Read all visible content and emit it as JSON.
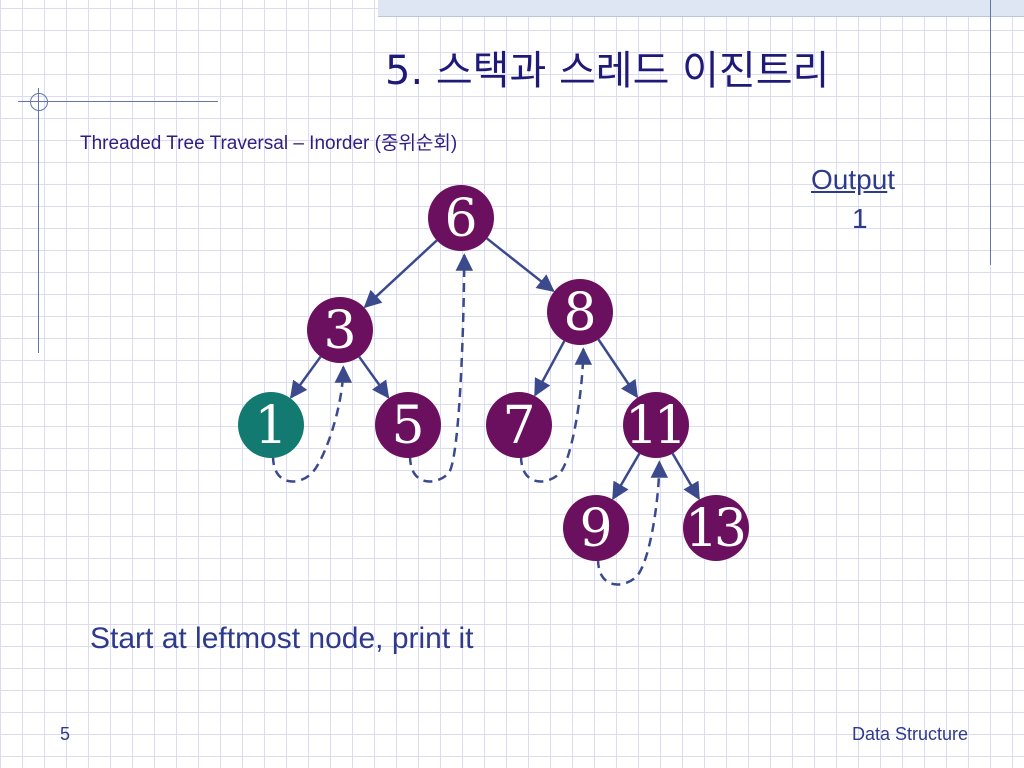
{
  "slide": {
    "title": "5. 스택과 스레드 이진트리",
    "subtitle": "Threaded Tree Traversal – Inorder (중위순회)",
    "output_label_underlined": "Outpu",
    "output_label_rest": "t",
    "output_value": "1",
    "caption": "Start at leftmost node, print it",
    "slide_number": "5",
    "footer": "Data Structure"
  },
  "colors": {
    "node_fill": "#6b0f5f",
    "node_highlight": "#127a70",
    "edge": "#3a4a8c",
    "text": "#2e3a8c"
  },
  "tree": {
    "nodes": [
      {
        "id": "n6",
        "label": "6",
        "highlight": false
      },
      {
        "id": "n3",
        "label": "3",
        "highlight": false
      },
      {
        "id": "n8",
        "label": "8",
        "highlight": false
      },
      {
        "id": "n1",
        "label": "1",
        "highlight": true
      },
      {
        "id": "n5",
        "label": "5",
        "highlight": false
      },
      {
        "id": "n7",
        "label": "7",
        "highlight": false
      },
      {
        "id": "n11",
        "label": "11",
        "highlight": false
      },
      {
        "id": "n9",
        "label": "9",
        "highlight": false
      },
      {
        "id": "n13",
        "label": "13",
        "highlight": false
      }
    ],
    "edges": [
      {
        "from": "n6",
        "to": "n3"
      },
      {
        "from": "n6",
        "to": "n8"
      },
      {
        "from": "n3",
        "to": "n1"
      },
      {
        "from": "n3",
        "to": "n5"
      },
      {
        "from": "n8",
        "to": "n7"
      },
      {
        "from": "n8",
        "to": "n11"
      },
      {
        "from": "n11",
        "to": "n9"
      },
      {
        "from": "n11",
        "to": "n13"
      }
    ],
    "threads": [
      {
        "from": "n1",
        "to": "n3"
      },
      {
        "from": "n5",
        "to": "n6"
      },
      {
        "from": "n7",
        "to": "n8"
      },
      {
        "from": "n9",
        "to": "n11"
      }
    ]
  }
}
